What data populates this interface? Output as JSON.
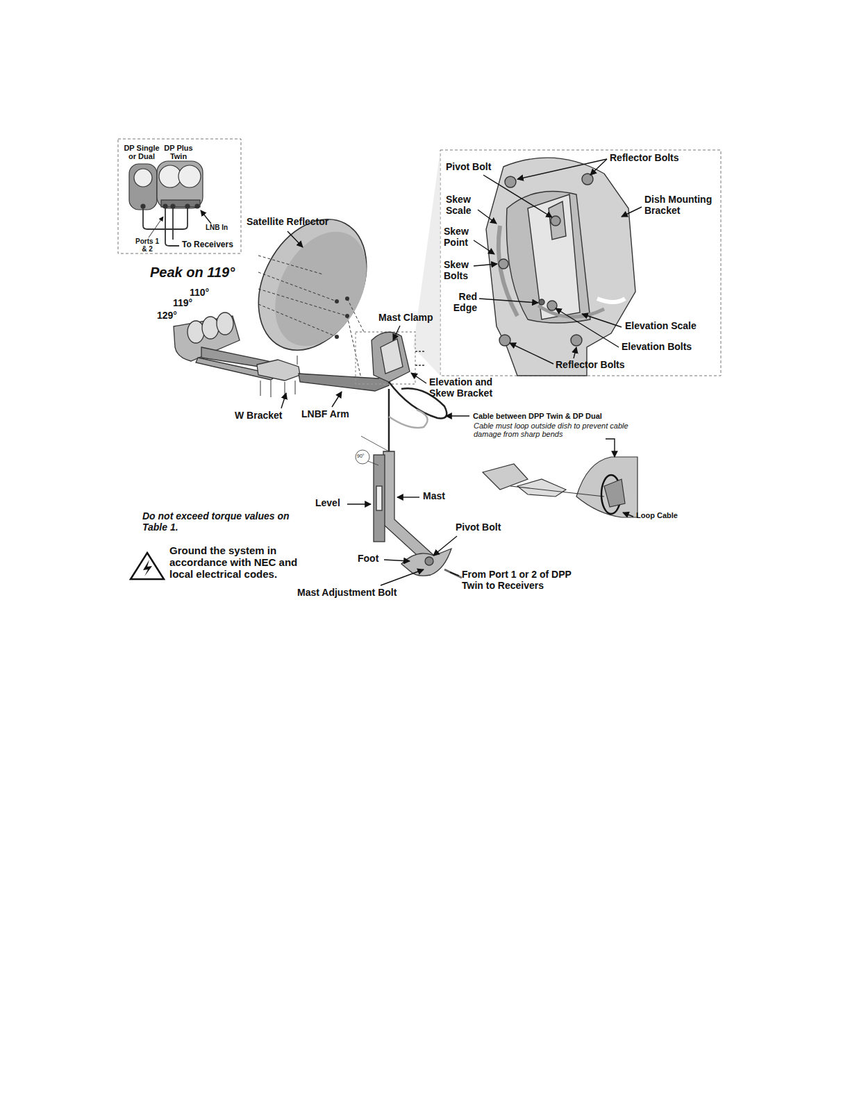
{
  "diagram": {
    "labels": [
      "DP Single or Dual",
      "DP Plus Twin",
      "LNB In",
      "Ports 1 & 2",
      "To Receivers",
      "Satellite Reflector",
      "Peak on 119°",
      "110°",
      "119°",
      "129°",
      "Mast Clamp",
      "Elevation and Skew Bracket",
      "W Bracket",
      "LNBF Arm",
      "Cable between DPP Twin & DP Dual",
      "Cable must loop outside dish to prevent cable damage from sharp bends",
      "90°",
      "Level",
      "Mast",
      "Loop Cable",
      "Do not exceed torque values on Table 1.",
      "Pivot Bolt",
      "Ground the system in accordance with NEC and local electrical codes.",
      "Foot",
      "Mast Adjustment Bolt",
      "From Port 1 or 2 of DPP Twin to Receivers",
      "Pivot Bolt",
      "Reflector Bolts",
      "Skew Scale",
      "Dish Mounting Bracket",
      "Skew Point",
      "Skew Bolts",
      "Red Edge",
      "Elevation Scale",
      "Elevation Bolts",
      "Reflector Bolts"
    ]
  }
}
